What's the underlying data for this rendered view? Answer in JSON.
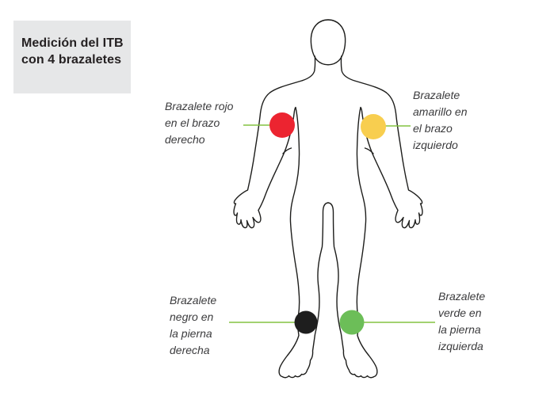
{
  "page": {
    "background": "#ffffff"
  },
  "title_box": {
    "text": "Medición del ITB\ncon 4 brazaletes",
    "background": "#e6e7e8",
    "text_color": "#252122"
  },
  "figure": {
    "outline_color": "#1d1d1b",
    "leader_line_color": "#84c341",
    "label_text_color": "#3b3b3d"
  },
  "cuffs": [
    {
      "id": "red-right-arm",
      "label": "Brazalete rojo\nen el brazo\nderecho",
      "color": "#ec2430"
    },
    {
      "id": "yellow-left-arm",
      "label": "Brazalete\namarillo en\nel brazo\nizquierdo",
      "color": "#f8ce4f"
    },
    {
      "id": "black-right-leg",
      "label": "Brazalete\nnegro en\nla pierna\nderecha",
      "color": "#1e1e1e"
    },
    {
      "id": "green-left-leg",
      "label": "Brazalete\nverde en\nla pierna\nizquierda",
      "color": "#6cbe58"
    }
  ]
}
